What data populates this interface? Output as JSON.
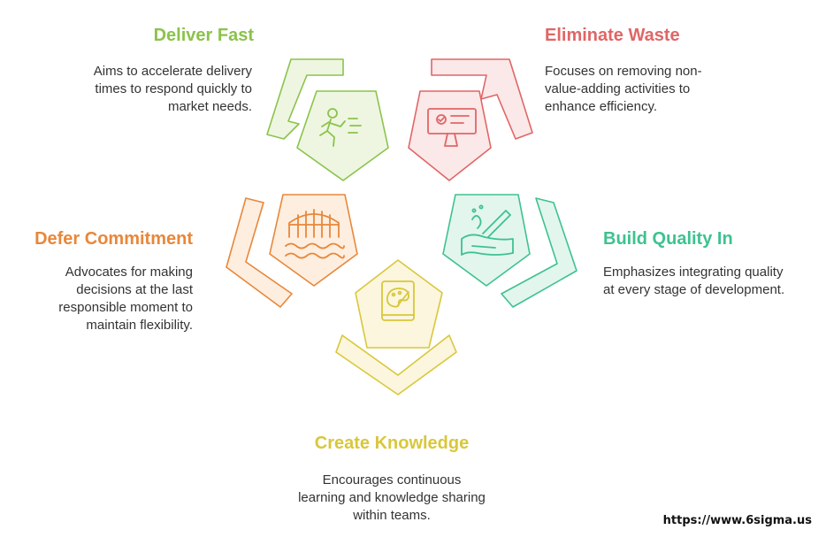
{
  "sections": {
    "deliver_fast": {
      "title": "Deliver Fast",
      "description": [
        "Aims to accelerate delivery",
        "times to respond quickly to",
        "market needs."
      ],
      "icon": "running-person-icon",
      "color": "#8BC34A"
    },
    "eliminate_waste": {
      "title": "Eliminate Waste",
      "description": [
        "Focuses on removing non-",
        "value-adding activities to",
        "enhance efficiency."
      ],
      "icon": "checklist-board-icon",
      "color": "#E06666"
    },
    "defer_commitment": {
      "title": "Defer Commitment",
      "description": [
        "Advocates for making",
        "decisions at the last",
        "responsible moment to",
        "maintain flexibility."
      ],
      "icon": "bridge-over-water-icon",
      "color": "#E8873A"
    },
    "build_quality_in": {
      "title": "Build Quality In",
      "description": [
        "Emphasizes integrating quality",
        "at every stage of development."
      ],
      "icon": "sculpting-tool-icon",
      "color": "#3EC28F"
    },
    "create_knowledge": {
      "title": "Create Knowledge",
      "description": [
        "Encourages continuous",
        "learning and knowledge sharing",
        "within teams."
      ],
      "icon": "palette-book-icon",
      "color": "#D9C73A"
    }
  },
  "footer": {
    "source": "https://www.6sigma.us"
  }
}
